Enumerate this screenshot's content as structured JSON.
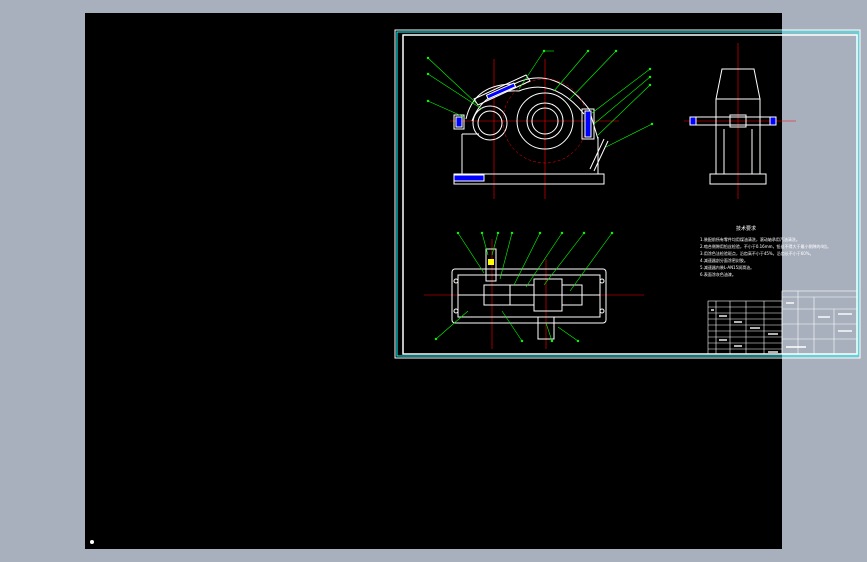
{
  "window": {
    "background_color": "#a9b0bd",
    "canvas_color": "#000000"
  },
  "drawing": {
    "tech_requirements_title": "技术要求",
    "tech_requirements": [
      "1.装配前所有零件均用煤油清洗，滚动轴承用汽油清洗。",
      "2.啮合侧隙用铅丝检验，不小于0.16mm，铅丝不得大于最小侧隙的4倍。",
      "3.用涂色法检验斑点，沿齿高不小于45%，沿齿长不小于60%。",
      "4.减速器剖分面涂密封胶。",
      "5.减速器内装L-AN15润滑油。",
      "6.表面涂灰色油漆。"
    ],
    "colors": {
      "frame": "#ffffff",
      "frame_inner": "#00ffff",
      "geometry": "#ffffff",
      "leaders": "#00ff00",
      "centerlines": "#ff0000",
      "bearings": "#0000ff",
      "cut": "#ffff00"
    }
  },
  "status": {
    "ucs_icon": "ucs-icon"
  }
}
